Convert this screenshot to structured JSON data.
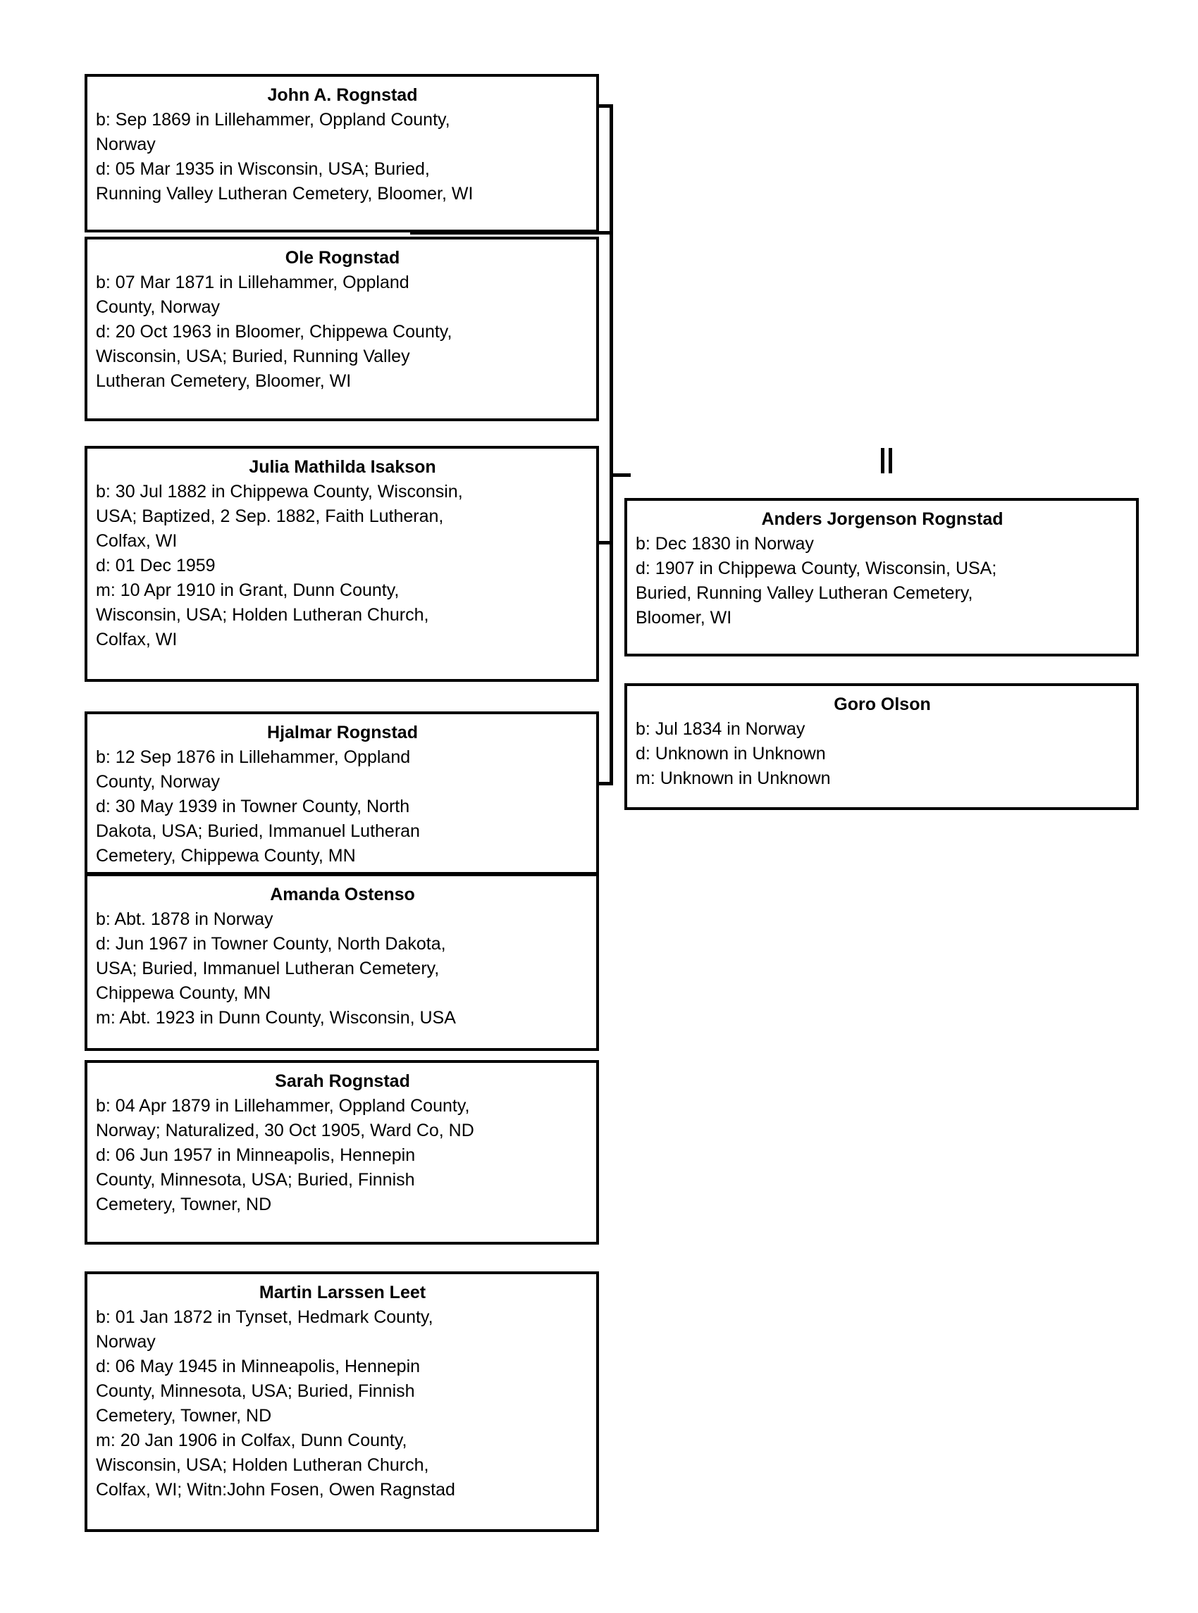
{
  "chart": {
    "type": "family-tree-pedigree",
    "background": "#ffffff",
    "line_color": "#000000",
    "nodes": [
      {
        "id": "john-a-rognstad",
        "name": "John A. Rognstad",
        "facts": [
          "b: Sep 1869 in Lillehammer, Oppland County,",
          "Norway",
          "d: 05 Mar 1935 in Wisconsin, USA; Buried,",
          "Running Valley Lutheran Cemetery, Bloomer, WI"
        ]
      },
      {
        "id": "ole-rognstad",
        "name": "Ole Rognstad",
        "facts": [
          "b: 07 Mar 1871 in Lillehammer, Oppland",
          "County, Norway",
          "d: 20 Oct 1963 in Bloomer, Chippewa County,",
          "Wisconsin, USA; Buried, Running Valley",
          "Lutheran Cemetery, Bloomer, WI"
        ]
      },
      {
        "id": "julia-mathilda-isakson",
        "name": "Julia Mathilda Isakson",
        "facts": [
          "b: 30 Jul 1882 in Chippewa County, Wisconsin,",
          "USA; Baptized, 2 Sep. 1882, Faith Lutheran,",
          "Colfax, WI",
          "d: 01 Dec 1959",
          "m: 10 Apr 1910 in Grant, Dunn County,",
          "Wisconsin, USA; Holden Lutheran Church,",
          "Colfax, WI"
        ]
      },
      {
        "id": "hjalmar-rognstad",
        "name": "Hjalmar Rognstad",
        "facts": [
          "b: 12 Sep 1876 in Lillehammer, Oppland",
          "County, Norway",
          "d: 30 May 1939 in Towner County, North",
          "Dakota, USA; Buried, Immanuel Lutheran",
          "Cemetery, Chippewa County, MN"
        ]
      },
      {
        "id": "amanda-ostenso",
        "name": "Amanda Ostenso",
        "facts": [
          "b: Abt. 1878 in Norway",
          "d: Jun 1967 in Towner County, North Dakota,",
          "USA; Buried, Immanuel Lutheran Cemetery,",
          "Chippewa County, MN",
          "m: Abt. 1923 in Dunn County, Wisconsin, USA"
        ]
      },
      {
        "id": "sarah-rognstad",
        "name": "Sarah Rognstad",
        "facts": [
          "b: 04 Apr 1879 in Lillehammer, Oppland County,",
          "Norway; Naturalized, 30 Oct 1905, Ward Co, ND",
          "d: 06 Jun 1957 in Minneapolis, Hennepin",
          "County, Minnesota, USA; Buried, Finnish",
          "Cemetery, Towner, ND"
        ]
      },
      {
        "id": "martin-larssen-leet",
        "name": "Martin Larssen Leet",
        "facts": [
          "b: 01 Jan 1872 in Tynset, Hedmark County,",
          "Norway",
          "d: 06 May 1945 in Minneapolis, Hennepin",
          "County, Minnesota, USA; Buried, Finnish",
          "Cemetery, Towner, ND",
          "m: 20 Jan 1906 in Colfax, Dunn County,",
          "Wisconsin, USA; Holden Lutheran Church,",
          "Colfax, WI; Witn:John Fosen, Owen Ragnstad"
        ]
      },
      {
        "id": "anders-jorgenson-rognstad",
        "name": "Anders Jorgenson Rognstad",
        "facts": [
          "b: Dec 1830 in Norway",
          "d: 1907 in Chippewa County, Wisconsin, USA;",
          "Buried, Running Valley Lutheran Cemetery,",
          "Bloomer, WI"
        ]
      },
      {
        "id": "goro-olson",
        "name": "Goro Olson",
        "facts": [
          "b: Jul 1834 in Norway",
          "d: Unknown in Unknown",
          "m: Unknown in Unknown"
        ]
      }
    ]
  }
}
